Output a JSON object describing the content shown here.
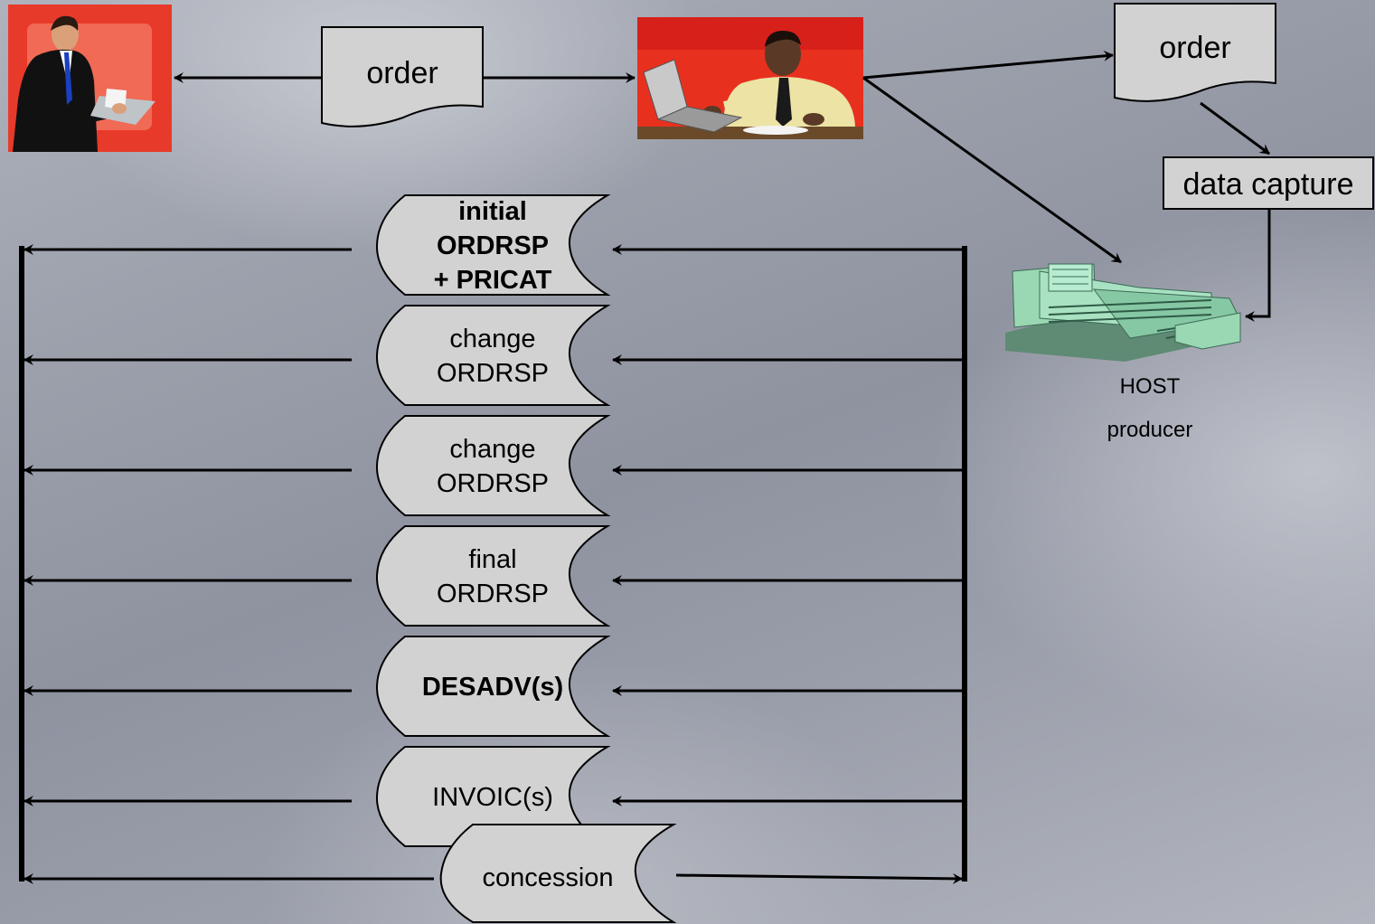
{
  "top": {
    "order_doc_left": "order",
    "order_doc_right": "order",
    "data_capture": "data capture"
  },
  "host": {
    "label": "HOST",
    "sublabel": "producer"
  },
  "messages": [
    {
      "lines": [
        "initial",
        "ORDRSP",
        "+ PRICAT"
      ],
      "bold": true
    },
    {
      "lines": [
        "change",
        "ORDRSP"
      ],
      "bold": false
    },
    {
      "lines": [
        "change",
        "ORDRSP"
      ],
      "bold": false
    },
    {
      "lines": [
        "final",
        "ORDRSP"
      ],
      "bold": false
    },
    {
      "lines": [
        "DESADV(s)"
      ],
      "bold": true
    },
    {
      "lines": [
        "INVOIC(s)"
      ],
      "bold": false
    }
  ],
  "concession": "concession",
  "colors": {
    "scroll_fill": "#d2d2d2",
    "picture_bg": "#e83a2a",
    "host_building": "#9ad8b4",
    "line": "#000000"
  },
  "icons": {
    "customer": "businessman-reading-icon",
    "clerk": "office-clerk-at-laptop-icon",
    "host": "office-building-icon"
  }
}
